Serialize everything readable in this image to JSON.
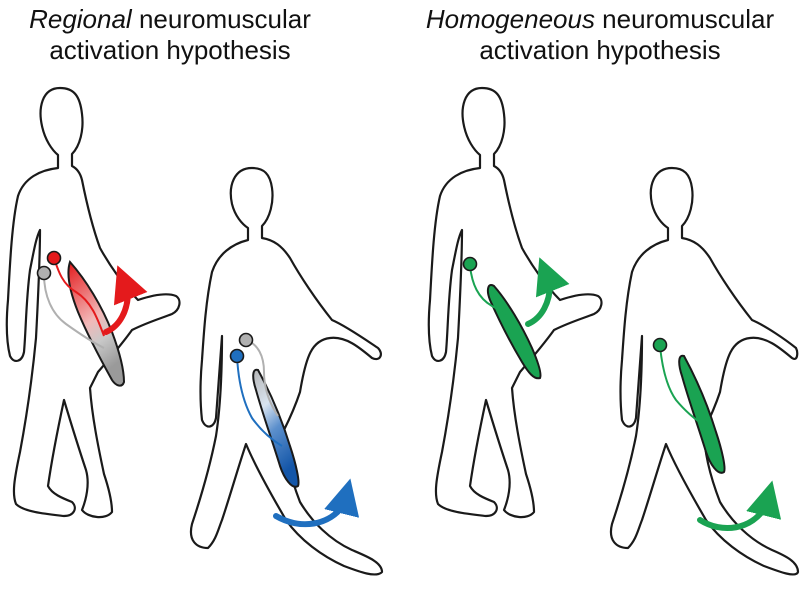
{
  "titles": {
    "left": {
      "emphasis": "Regional",
      "rest_line1": " neuromuscular",
      "line2": "activation hypothesis"
    },
    "right": {
      "emphasis": "Homogeneous",
      "rest_line1": " neuromuscular",
      "line2": "activation hypothesis"
    }
  },
  "colors": {
    "regional_proximal": "#e41a1c",
    "regional_distal": "#1f6fbf",
    "inactive": "#b0b0b0",
    "homogeneous": "#1aa352",
    "muscle_dark_green": "#15803d",
    "outline": "#1a1a1a"
  },
  "figures": [
    {
      "panel": "regional",
      "phase": "hip flexion",
      "active_nerve": "red"
    },
    {
      "panel": "regional",
      "phase": "knee extension",
      "active_nerve": "blue"
    },
    {
      "panel": "homogeneous",
      "phase": "hip flexion",
      "active_nerve": "green"
    },
    {
      "panel": "homogeneous",
      "phase": "knee extension",
      "active_nerve": "green"
    }
  ]
}
